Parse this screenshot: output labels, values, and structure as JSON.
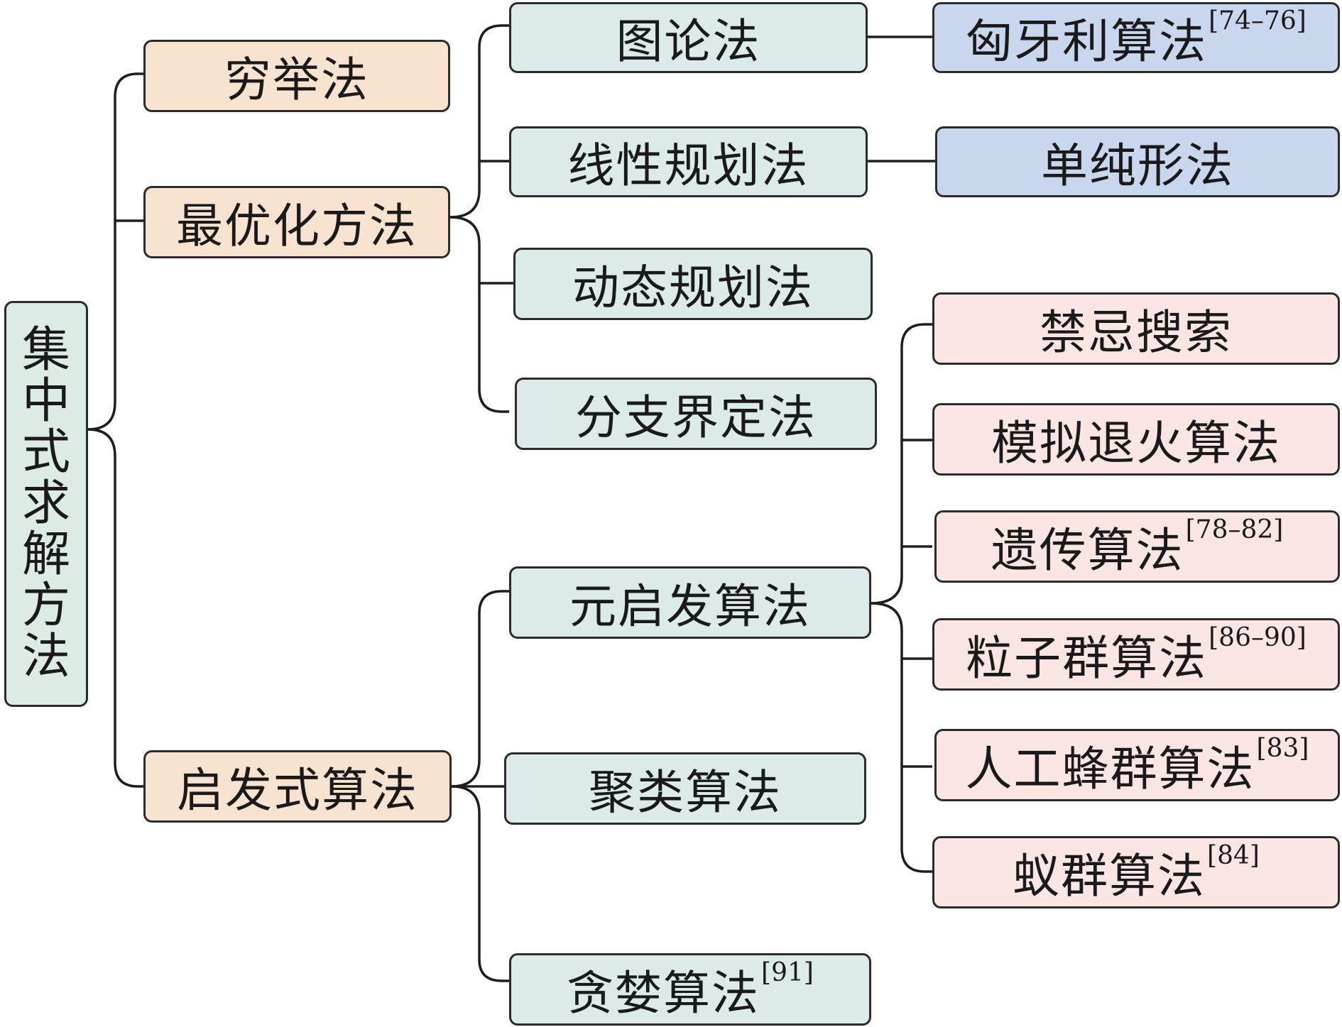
{
  "colors": {
    "root": "#dcebe4",
    "level1": "#f8e3d0",
    "level2": "#ddeaea",
    "exact_leaf": "#c9d7ee",
    "heuristic_leaf": "#fbe6e3",
    "border": "#2b2b2b"
  },
  "root": {
    "label": "集中式求解方法"
  },
  "level1": {
    "exhaustive": {
      "label": "穷举法"
    },
    "optimization": {
      "label": "最优化方法"
    },
    "heuristic": {
      "label": "启发式算法"
    }
  },
  "optimization_children": {
    "graph_theory": {
      "label": "图论法"
    },
    "linear_programming": {
      "label": "线性规划法"
    },
    "dynamic_programming": {
      "label": "动态规划法"
    },
    "branch_and_bound": {
      "label": "分支界定法"
    }
  },
  "optimization_leaves": {
    "hungarian": {
      "label": "匈牙利算法",
      "ref": "[74–76]"
    },
    "simplex": {
      "label": "单纯形法"
    }
  },
  "heuristic_children": {
    "metaheuristic": {
      "label": "元启发算法"
    },
    "clustering": {
      "label": "聚类算法"
    },
    "greedy": {
      "label": "贪婪算法",
      "ref": "[91]"
    }
  },
  "metaheuristic_children": {
    "tabu": {
      "label": "禁忌搜索"
    },
    "annealing": {
      "label": "模拟退火算法"
    },
    "genetic": {
      "label": "遗传算法",
      "ref": "[78–82]"
    },
    "pso": {
      "label": "粒子群算法",
      "ref": "[86–90]"
    },
    "abc": {
      "label": "人工蜂群算法",
      "ref": "[83]"
    },
    "aco": {
      "label": "蚁群算法",
      "ref": "[84]"
    }
  }
}
